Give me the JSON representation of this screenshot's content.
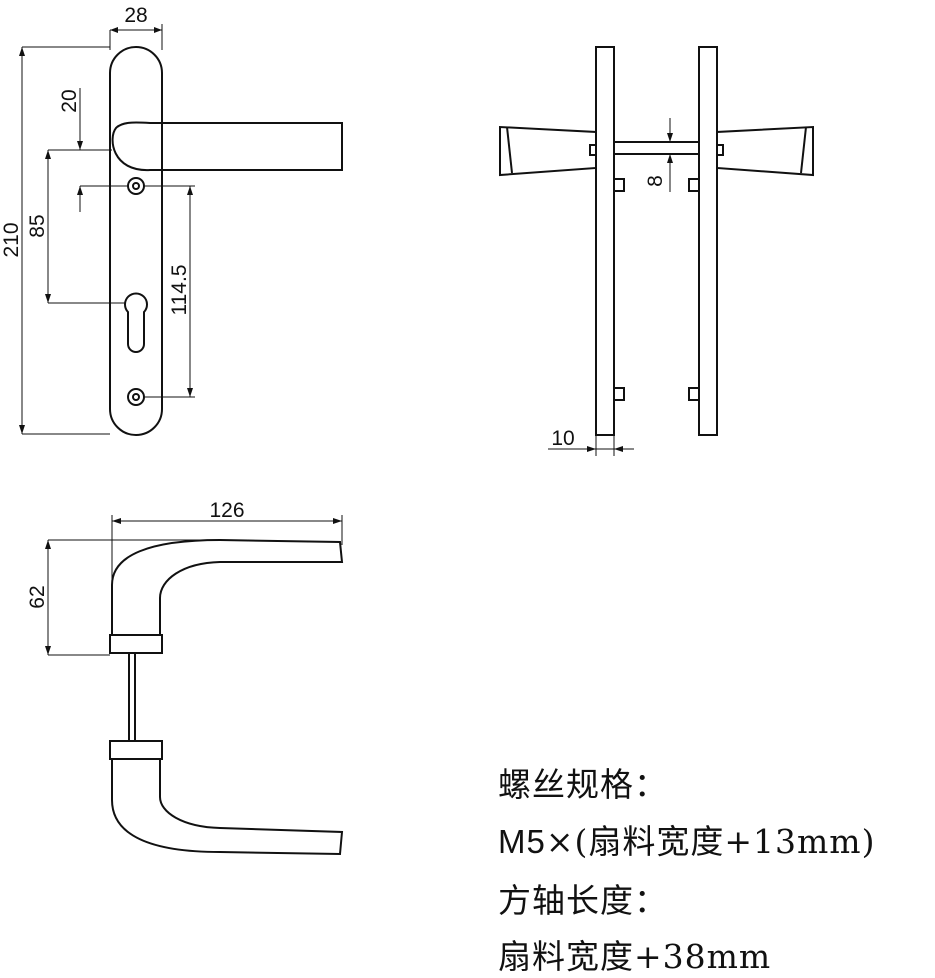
{
  "dimensions": {
    "plate_width": "28",
    "lever_to_hole": "20",
    "handle_to_keyhole": "85",
    "plate_height": "210",
    "hole_spacing": "114.5",
    "plate_thickness": "10",
    "spindle_size": "8",
    "lever_length": "126",
    "lever_height": "62"
  },
  "specs": {
    "screw_label": "螺丝规格：",
    "screw_value_prefix": "M5",
    "screw_value_rest": "×(扇料宽度+13mm)",
    "spindle_label": "方轴长度：",
    "spindle_value": "扇料宽度+38mm"
  }
}
